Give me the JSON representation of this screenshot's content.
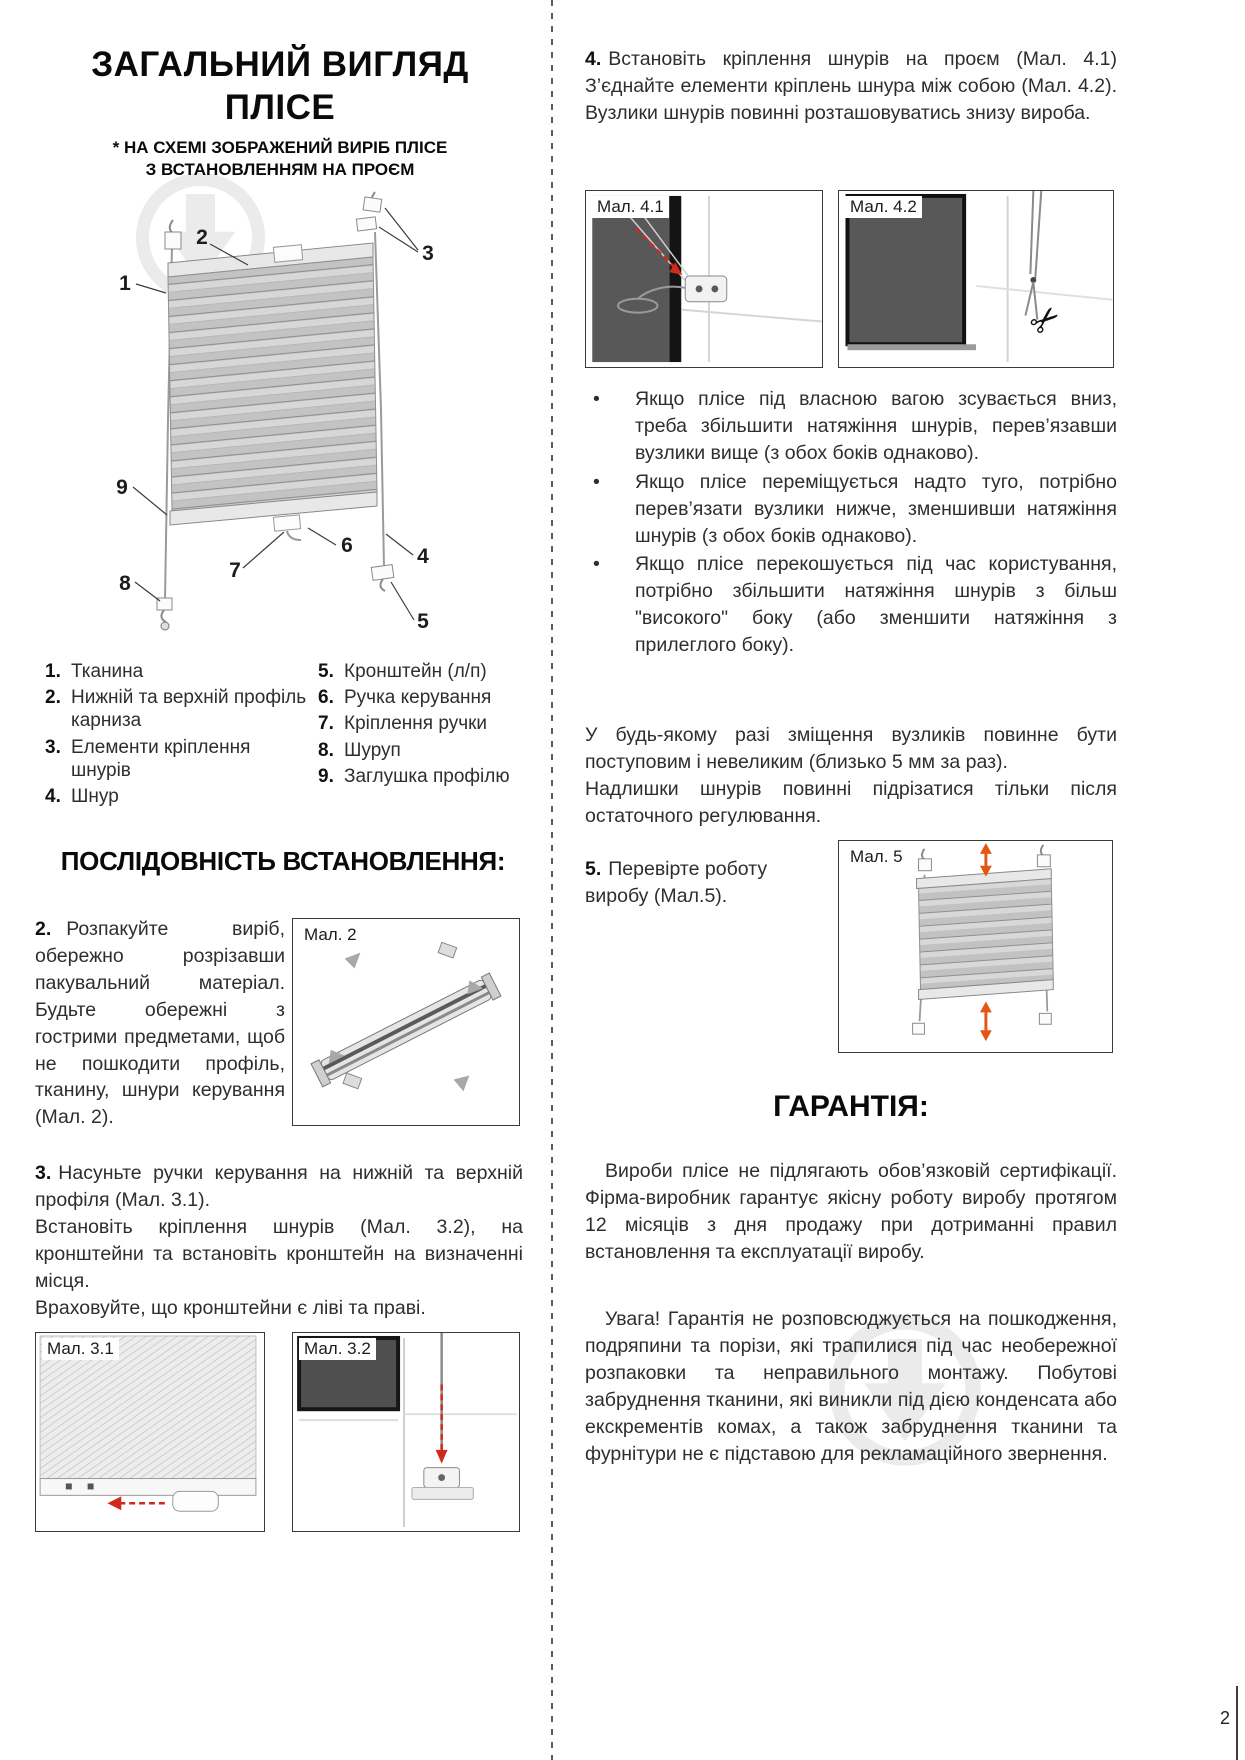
{
  "left": {
    "title": {
      "line1": "ЗАГАЛЬНИЙ ВИГЛЯД",
      "line2": "ПЛІСЕ"
    },
    "subtitle": {
      "line1": "* НА СХЕМІ ЗОБРАЖЕНИЙ ВИРІБ ПЛІСЕ",
      "line2": "З ВСТАНОВЛЕННЯМ НА ПРОЄМ"
    },
    "diagram": {
      "callouts": [
        "1",
        "2",
        "3",
        "4",
        "5",
        "6",
        "7",
        "8",
        "9"
      ]
    },
    "legend": {
      "items": [
        {
          "num": "1.",
          "label": "Тканина"
        },
        {
          "num": "2.",
          "label": "Нижній та верхній профіль карниза"
        },
        {
          "num": "3.",
          "label": "Елементи кріплення шнурів"
        },
        {
          "num": "4.",
          "label": "Шнур"
        },
        {
          "num": "5.",
          "label": "Кронштейн (л/п)"
        },
        {
          "num": "6.",
          "label": "Ручка керування"
        },
        {
          "num": "7.",
          "label": "Кріплення ручки"
        },
        {
          "num": "8.",
          "label": "Шуруп"
        },
        {
          "num": "9.",
          "label": "Заглушка профілю"
        }
      ]
    },
    "section_title": "ПОСЛІДОВНІСТЬ ВСТАНОВЛЕННЯ:",
    "step2": {
      "num": "2.",
      "text": "Розпакуйте виріб, обережно розрізавши пакувальний матеріал. Будьте обережні з гострими предметами, щоб не пошкодити профіль, тканину, шнури керування (Мал. 2)."
    },
    "step3": {
      "num": "3.",
      "sent1": "Насуньте ручки керування на нижній та верхній профіля (Мал. 3.1).",
      "sent2": "Встановіть кріплення шнурів (Мал. 3.2), на кронштейни та встановіть кронштейн на визначенні місця.",
      "sent3": "Враховуйте, що кронштейни є ліві та праві."
    }
  },
  "right": {
    "step4": {
      "num": "4.",
      "text": "Встановіть кріплення шнурів на проєм (Мал. 4.1) З’єднайте елементи кріплень шнура між собою (Мал. 4.2). Вузлики шнурів повинні розташовуватись знизу вироба."
    },
    "bullet_char": "•",
    "bullets": [
      "Якщо плісе під власною вагою зсувається вниз, треба збільшити натяжіння шнурів, перев’язавши вузлики вище (з обох боків однаково).",
      "Якщо плісе переміщується надто туго, потрібно перев’язати вузлики нижче, зменшивши натяжіння шнурів (з обох боків однаково).",
      "Якщо плісе перекошується під час користування, потрібно збільшити натяжіння шнурів з більш \"високого\" боку (або зменшити натяжіння з прилеглого боку)."
    ],
    "note": {
      "p1": "У будь-якому разі зміщення вузликів повинне бути поступовим і невеликим (близько 5 мм за раз).",
      "p2": "Надлишки шнурів повинні підрізатися тільки після остаточного регулювання."
    },
    "step5": {
      "num": "5.",
      "text": "Перевірте роботу виробу (Мал.5)."
    },
    "warranty": {
      "title": "ГАРАНТІЯ:",
      "p1": "Вироби плісе не підлягають обов’язковій сертифікації. Фірма-виробник гарантує якісну роботу виробу протягом 12 місяців з дня продажу при дотриманні правил встановлення та експлуатації виробу.",
      "p2": "Увага! Гарантія не розповсюджується на пошкодження, подряпини та порізи, які трапилися під час необережної розпаковки та неправильного монтажу. Побутові забруднення тканини, які виникли під дією конденсата або екскрементів комах, а також забруднення тканини та фурнітури не є підставою для рекламаційного звернення."
    }
  },
  "figures": {
    "mal2": "Мал. 2",
    "mal31": "Мал. 3.1",
    "mal32": "Мал. 3.2",
    "mal41": "Мал. 4.1",
    "mal42": "Мал. 4.2",
    "mal5": "Мал. 5"
  },
  "icons": {
    "scissors": "✂"
  },
  "page": {
    "number": "2"
  }
}
